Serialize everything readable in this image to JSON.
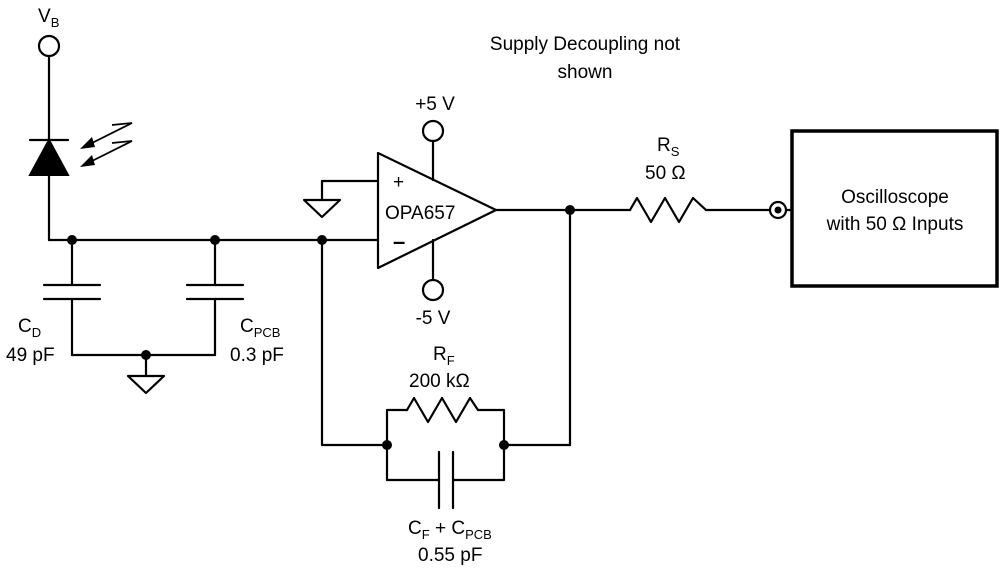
{
  "note": {
    "line1": "Supply Decoupling not",
    "line2": "shown"
  },
  "bias": {
    "main": "V",
    "sub": "B"
  },
  "photodiode": {
    "name": "photodiode"
  },
  "opamp": {
    "name": "OPA657",
    "plus_sign": "+",
    "minus_sign": "–",
    "vpos": "+5 V",
    "vneg": "-5 V"
  },
  "cd": {
    "main": "C",
    "sub": "D",
    "value": "49 pF"
  },
  "cpcb": {
    "main": "C",
    "sub": "PCB",
    "value": "0.3 pF"
  },
  "rf": {
    "main": "R",
    "sub": "F",
    "value": "200 kΩ"
  },
  "cf": {
    "main1": "C",
    "sub1": "F",
    "plus": " + ",
    "main2": "C",
    "sub2": "PCB",
    "value": "0.55 pF"
  },
  "rs": {
    "main": "R",
    "sub": "S",
    "value": "50 Ω"
  },
  "scope": {
    "line1": "Oscilloscope",
    "line2": "with 50 Ω Inputs"
  }
}
